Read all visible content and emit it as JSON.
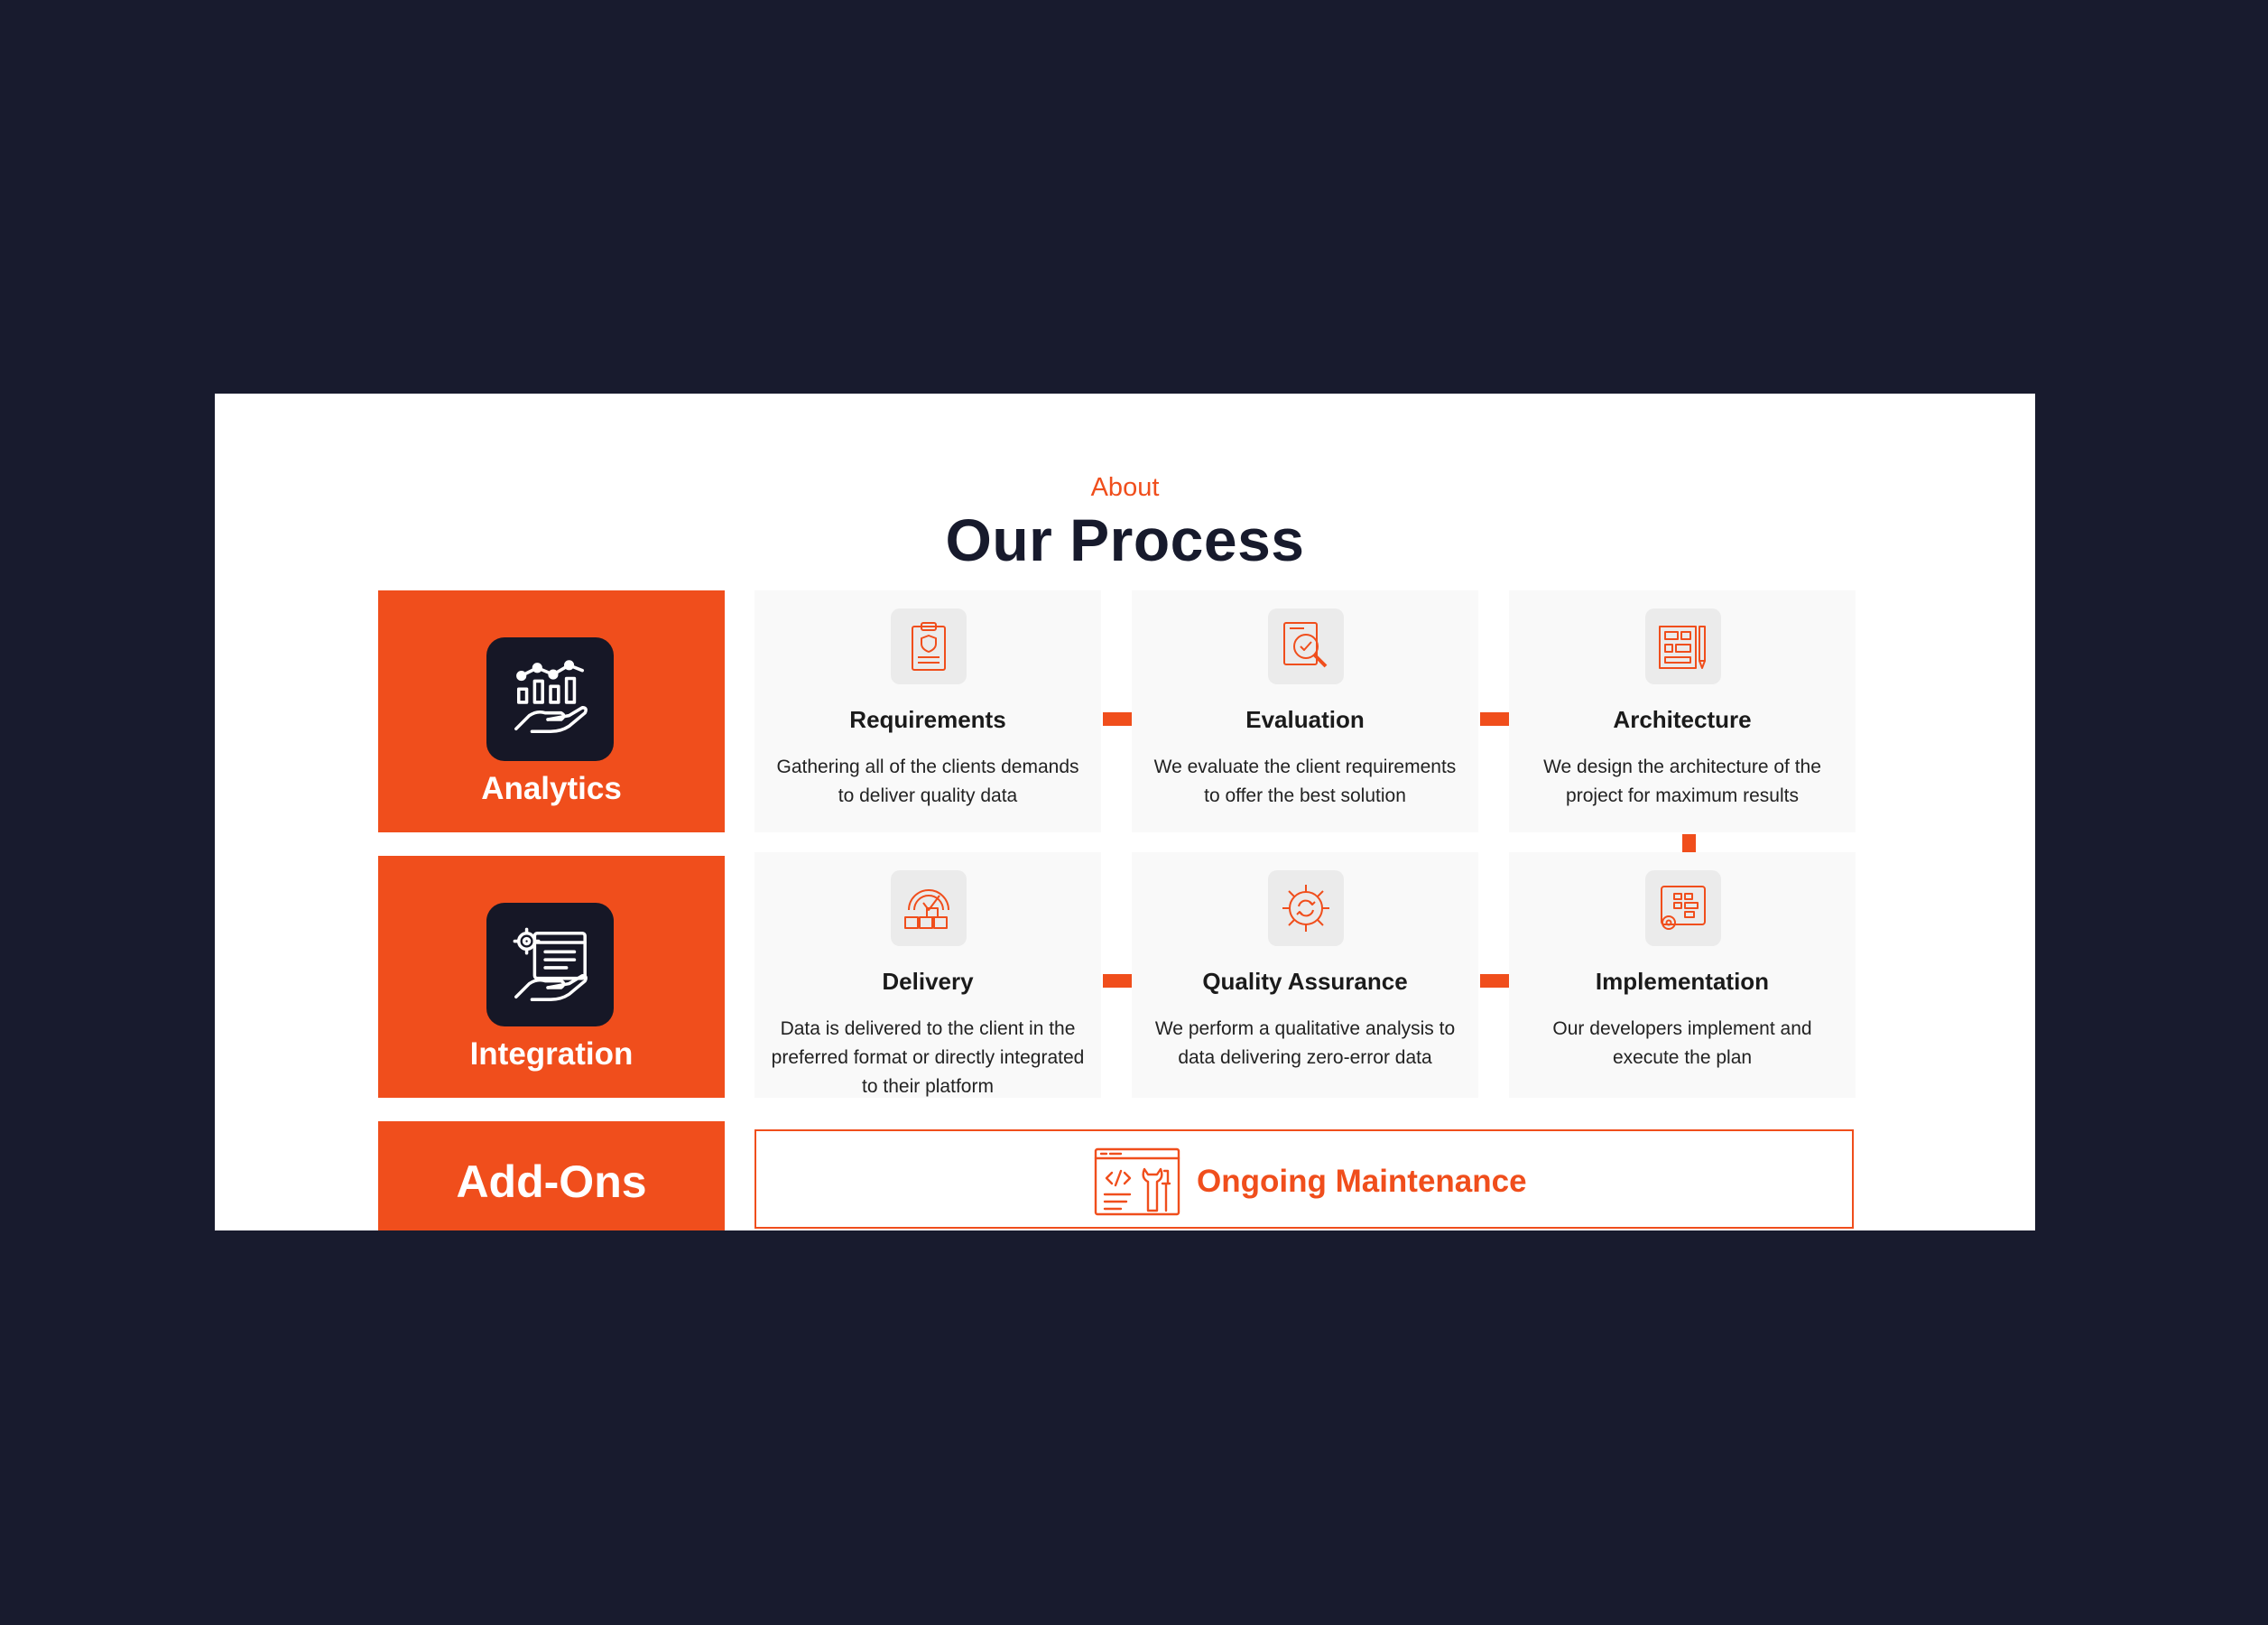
{
  "header": {
    "eyebrow": "About",
    "title": "Our Process"
  },
  "categories": [
    {
      "label": "Analytics",
      "icon": "analytics-hand-icon"
    },
    {
      "label": "Integration",
      "icon": "integration-gear-icon"
    },
    {
      "label": "Add-Ons"
    }
  ],
  "steps": [
    {
      "title": "Requirements",
      "description": "Gathering all of the clients demands to deliver quality data",
      "icon": "clipboard-shield-icon"
    },
    {
      "title": "Evaluation",
      "description": "We evaluate the client requirements to offer the best solution",
      "icon": "document-magnifier-icon"
    },
    {
      "title": "Architecture",
      "description": "We design the architecture of the project for maximum results",
      "icon": "blueprint-pencil-icon"
    },
    {
      "title": "Delivery",
      "description": "Data is delivered to the client in the preferred format or directly integrated to their platform",
      "icon": "gauge-boxes-icon"
    },
    {
      "title": "Quality Assurance",
      "description": "We perform a qualitative analysis to data delivering zero-error data",
      "icon": "gear-refresh-icon"
    },
    {
      "title": "Implementation",
      "description": "Our developers implement and execute the plan",
      "icon": "blueprint-gear-icon"
    }
  ],
  "addons": [
    {
      "label": "Ongoing Maintenance",
      "icon": "code-wrench-icon"
    }
  ],
  "colors": {
    "accent": "#f04e1c",
    "dark": "#171a2c",
    "background": "#181b2e",
    "card": "#f9f9f9"
  }
}
